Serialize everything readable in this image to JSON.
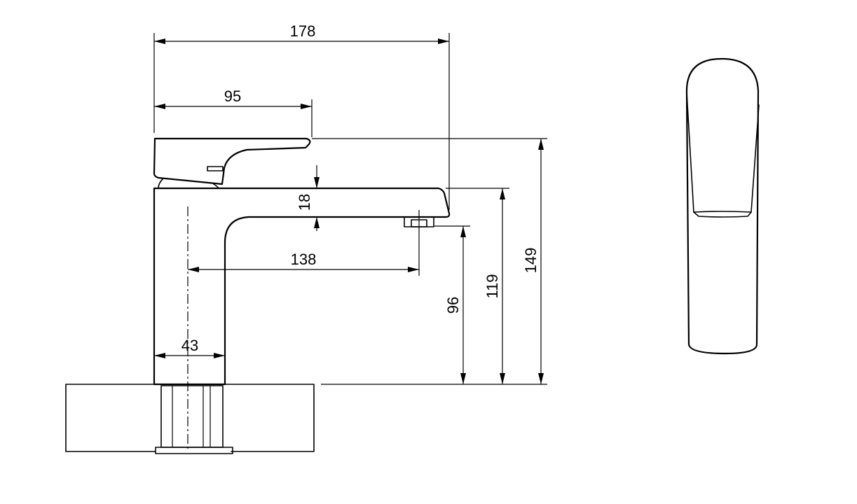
{
  "dimensions": {
    "overall_length": "178",
    "handle_length": "95",
    "spout_thickness": "18",
    "spout_reach": "138",
    "body_width": "43",
    "outlet_height": "96",
    "spout_top_height": "119",
    "overall_height": "149"
  },
  "colors": {
    "line": "#000000",
    "background": "#ffffff"
  }
}
